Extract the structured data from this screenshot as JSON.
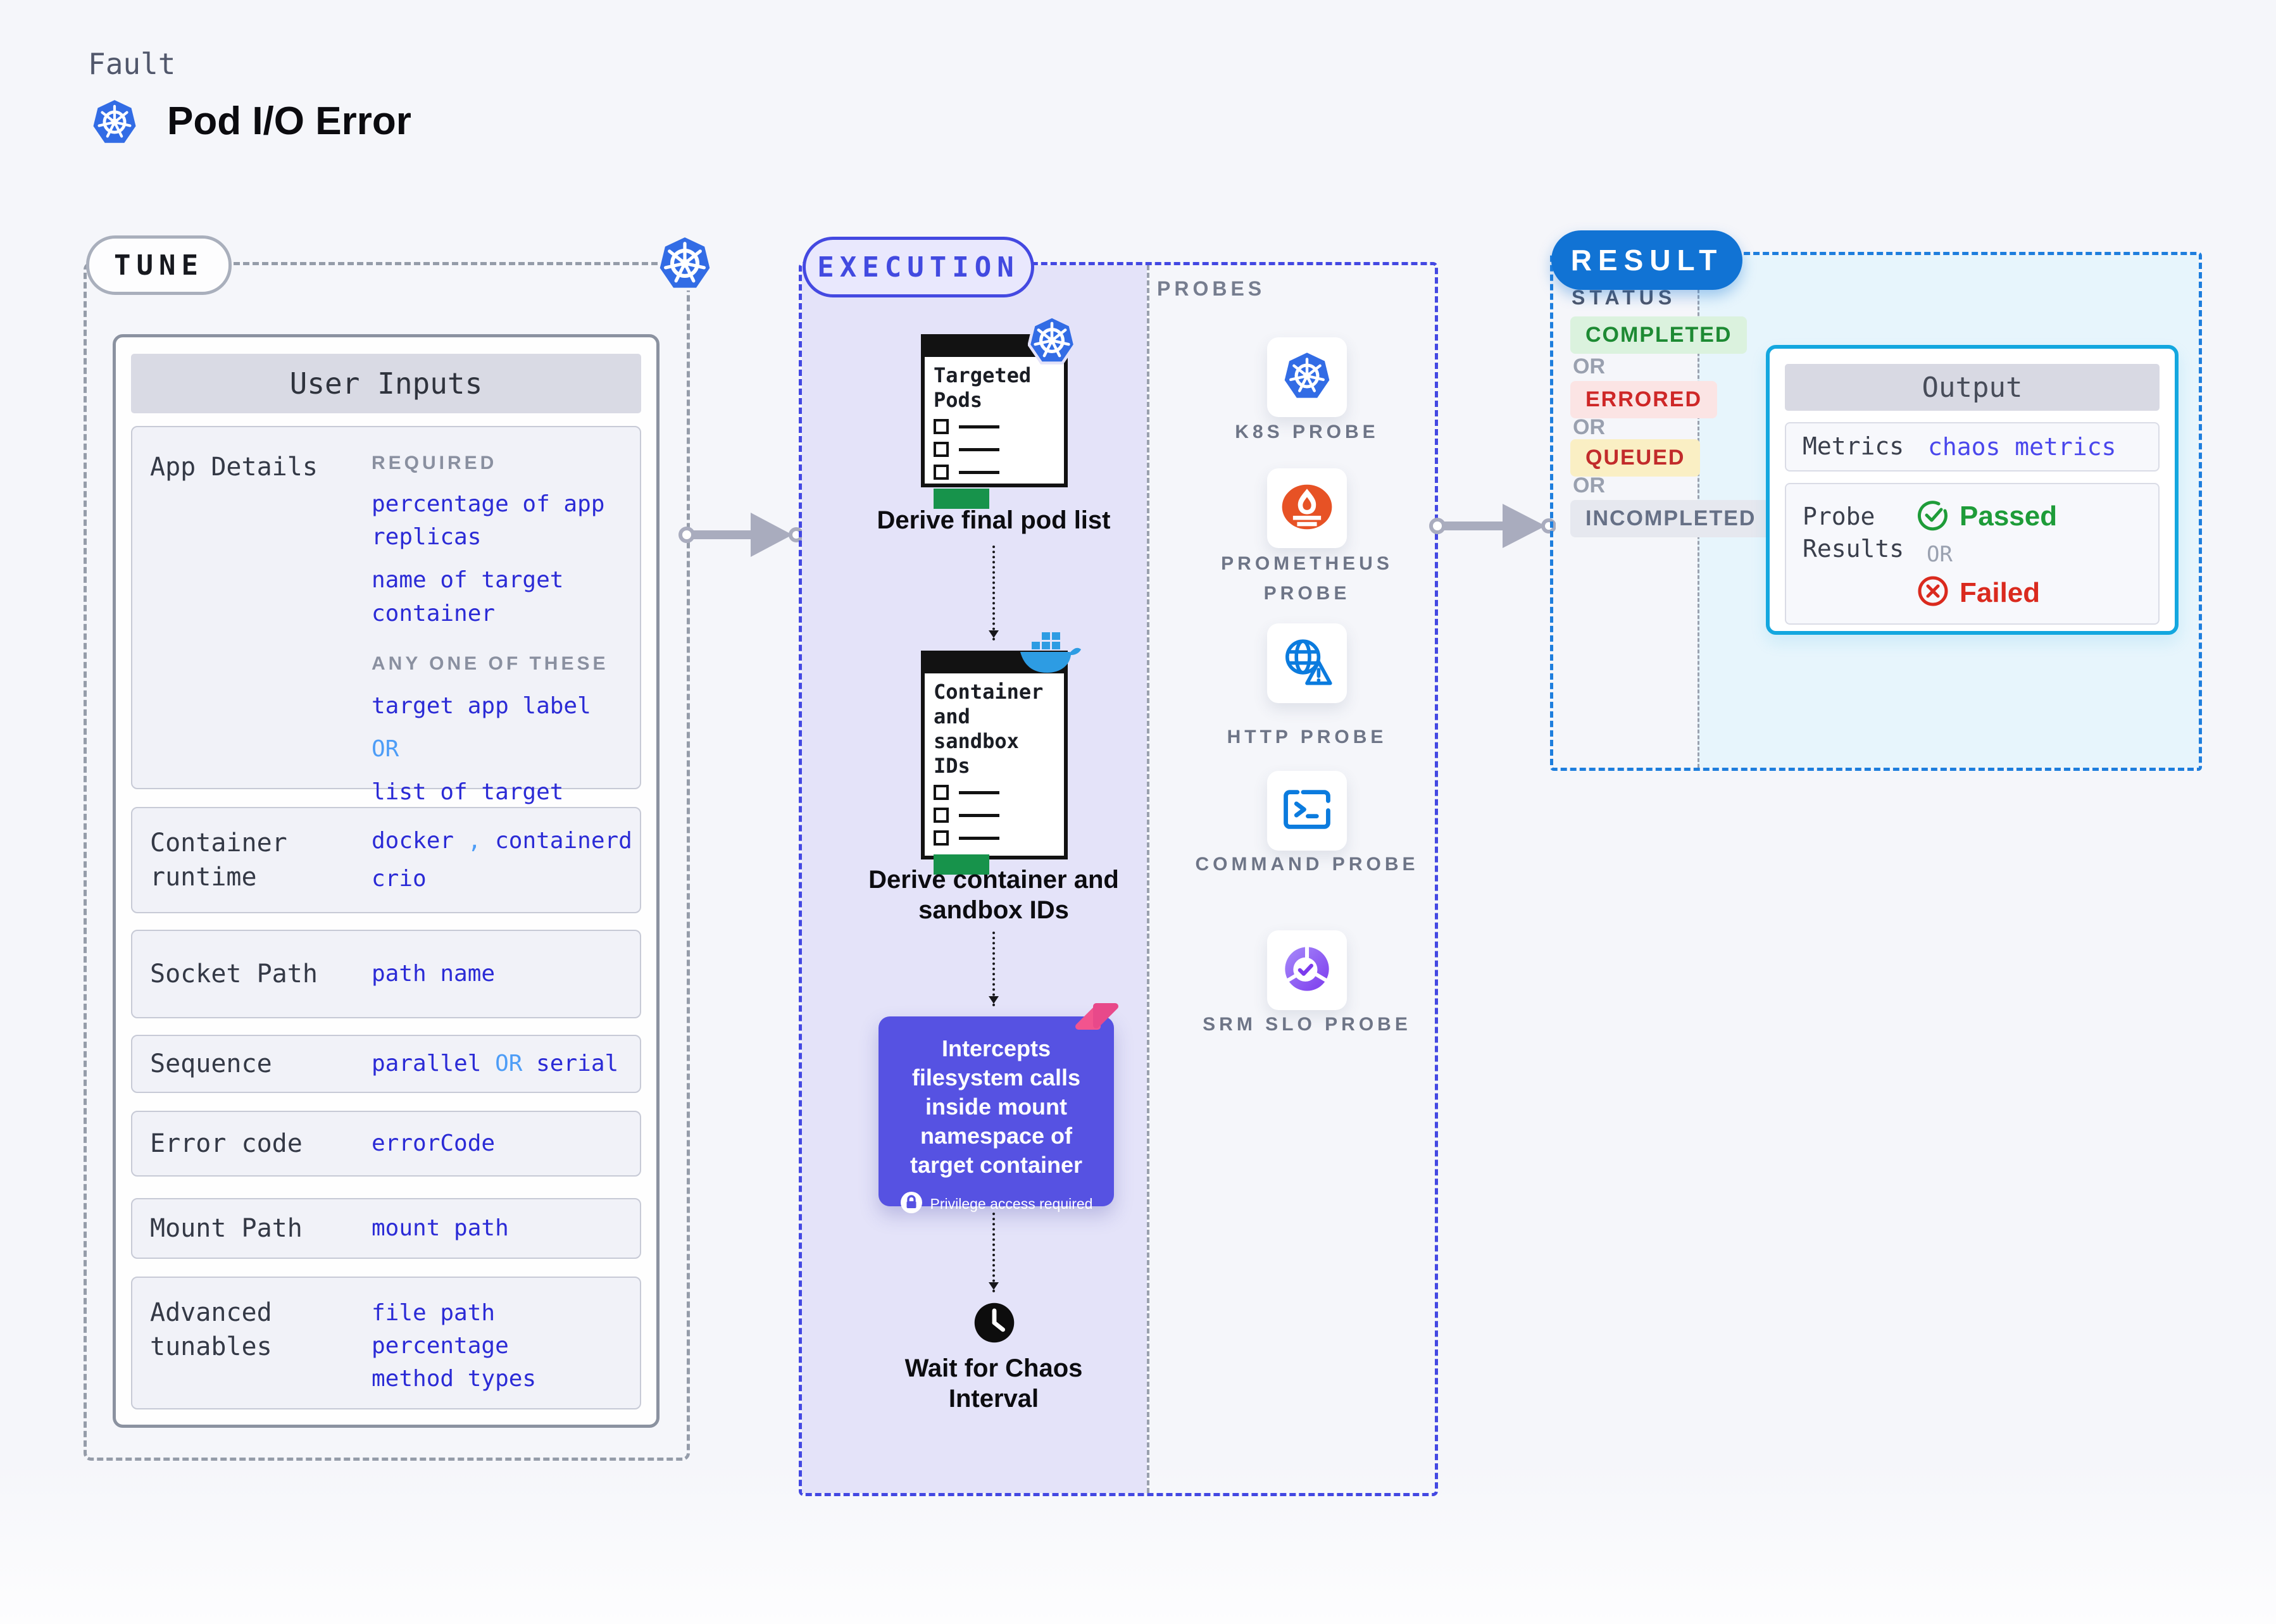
{
  "page": {
    "kicker": "Fault",
    "title": "Pod I/O Error"
  },
  "colors": {
    "page_bg": "#F5F6FA",
    "accent_indigo": "#4348E2",
    "lavender_bg": "#E4E3F9",
    "intercept_purple": "#5652E2",
    "result_blue": "#1173D4",
    "output_cyan": "#13A7DF",
    "value_blue": "#2B2BD6",
    "or_light_blue": "#4D9DF7",
    "completed_green": "#1D8A33",
    "errored_red": "#CE2727",
    "queued_red_on_yellow": "#C22B2B",
    "incompleted_gray": "#667086",
    "passed_green": "#1E9C39",
    "failed_red": "#DA2A1E",
    "k8s_blue": "#326CE5",
    "docker_blue": "#2D9CE3",
    "prometheus_orange": "#E75225",
    "srm_purple": "#7C3AED",
    "pink_logo": "#F2548E",
    "green_bar": "#17934B"
  },
  "icons": {
    "kubernetes": "k8s-wheel-heptagon",
    "docker": "docker-whale",
    "prometheus": "prometheus-torch",
    "http": "globe-with-warning",
    "command": "terminal-prompt",
    "srm_slo": "donut-with-check",
    "clock": "clock",
    "lock": "padlock-in-circle",
    "chaos": "pink-chaos-logo"
  },
  "tune": {
    "badge": "TUNE",
    "card_title": "User Inputs",
    "app_details": {
      "label": "App Details",
      "required_caption": "REQUIRED",
      "required_1": "percentage of app replicas",
      "required_2": "name of target container",
      "any_caption": "ANY ONE OF THESE",
      "any_1": "target app label",
      "or": "OR",
      "any_2": "list of target pods"
    },
    "container_runtime": {
      "label": "Container runtime",
      "value_1": "docker",
      "separator": ",",
      "value_2": "containerd",
      "value_3": "crio"
    },
    "socket_path": {
      "label": "Socket Path",
      "value": "path name"
    },
    "sequence": {
      "label": "Sequence",
      "value_1": "parallel",
      "or": "OR",
      "value_2": "serial"
    },
    "error_code": {
      "label": "Error code",
      "value": "errorCode"
    },
    "mount_path": {
      "label": "Mount Path",
      "value": "mount path"
    },
    "advanced_tunables": {
      "label": "Advanced tunables",
      "value_1": "file path",
      "value_2": "percentage",
      "value_3": "method types"
    }
  },
  "execution": {
    "badge": "EXECUTION",
    "step_1": {
      "doc_title": "Targeted Pods",
      "caption": "Derive final pod list"
    },
    "step_2": {
      "doc_title": "Container and sandbox IDs",
      "caption": "Derive container and sandbox IDs"
    },
    "intercept": {
      "text": "Intercepts filesystem calls inside mount namespace of target container",
      "badge": "Privilege access required"
    },
    "wait": {
      "caption": "Wait for Chaos Interval"
    }
  },
  "probes": {
    "title": "PROBES",
    "items": [
      {
        "name": "K8S PROBE"
      },
      {
        "name": "PROMETHEUS PROBE"
      },
      {
        "name": "HTTP PROBE"
      },
      {
        "name": "COMMAND PROBE"
      },
      {
        "name": "SRM SLO PROBE"
      }
    ]
  },
  "result": {
    "badge": "RESULT",
    "status_title": "STATUS",
    "or": "OR",
    "statuses": [
      {
        "label": "COMPLETED"
      },
      {
        "label": "ERRORED"
      },
      {
        "label": "QUEUED"
      },
      {
        "label": "INCOMPLETED"
      }
    ],
    "output": {
      "title": "Output",
      "metrics_label": "Metrics",
      "metrics_value": "chaos metrics",
      "probe_results_label": "Probe Results",
      "passed": "Passed",
      "or": "OR",
      "failed": "Failed"
    }
  }
}
